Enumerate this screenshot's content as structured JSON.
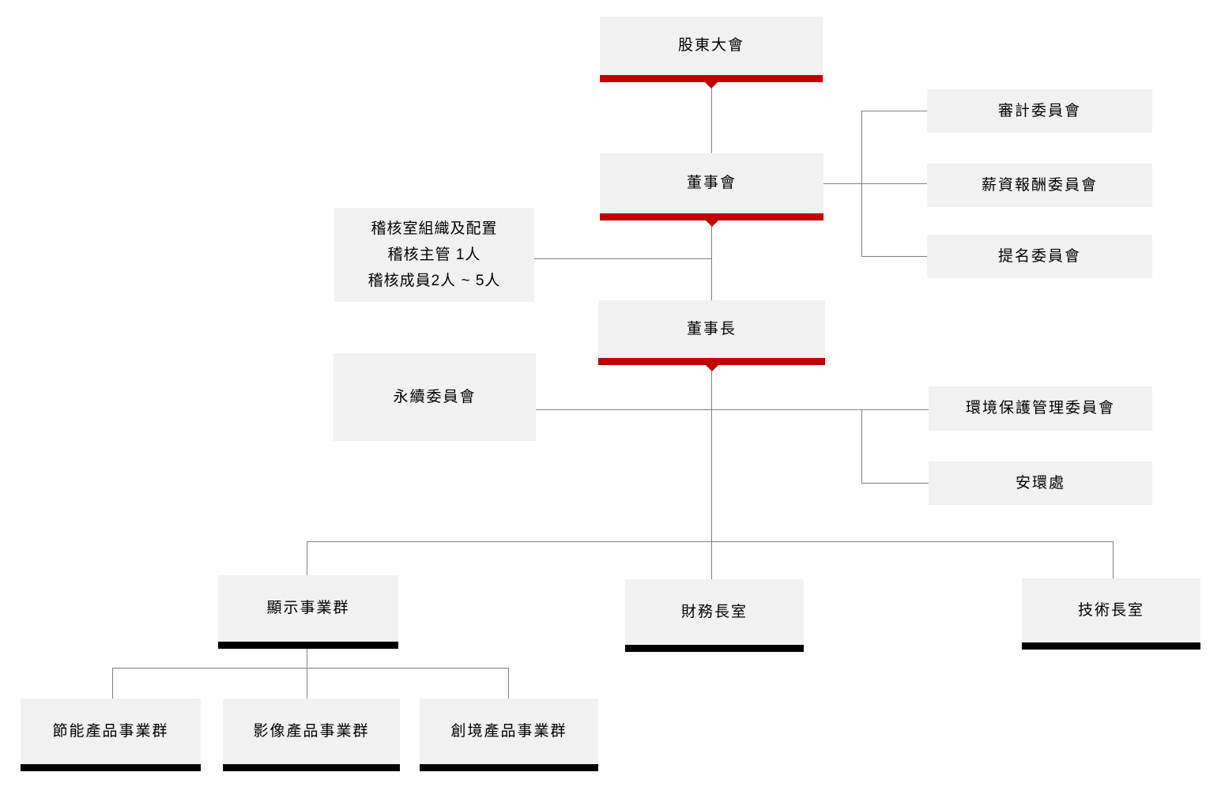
{
  "diagram": {
    "type": "org-chart",
    "colors": {
      "box_fill": "#F1F1F1",
      "red_accent": "#C00000",
      "black_accent": "#000000",
      "connector": "#808080"
    }
  },
  "nodes": {
    "shareholders_meeting": {
      "label": "股東大會"
    },
    "board_of_directors": {
      "label": "董事會"
    },
    "audit_committee": {
      "label": "審計委員會"
    },
    "compensation_committee": {
      "label": "薪資報酬委員會"
    },
    "nomination_committee": {
      "label": "提名委員會"
    },
    "audit_office": {
      "lines": [
        "稽核室組織及配置",
        "稽核主管 1人",
        "稽核成員2人 ~ 5人"
      ]
    },
    "chairman": {
      "label": "董事長"
    },
    "sustainability_committee": {
      "label": "永續委員會"
    },
    "environmental_protection_committee": {
      "label": "環境保護管理委員會"
    },
    "safety_environment_office": {
      "label": "安環處"
    },
    "display_business_group": {
      "label": "顯示事業群"
    },
    "cfo_office": {
      "label": "財務長室"
    },
    "cto_office": {
      "label": "技術長室"
    },
    "energy_saving_products_bg": {
      "label": "節能產品事業群"
    },
    "imaging_products_bg": {
      "label": "影像產品事業群"
    },
    "creative_products_bg": {
      "label": "創境產品事業群"
    }
  }
}
